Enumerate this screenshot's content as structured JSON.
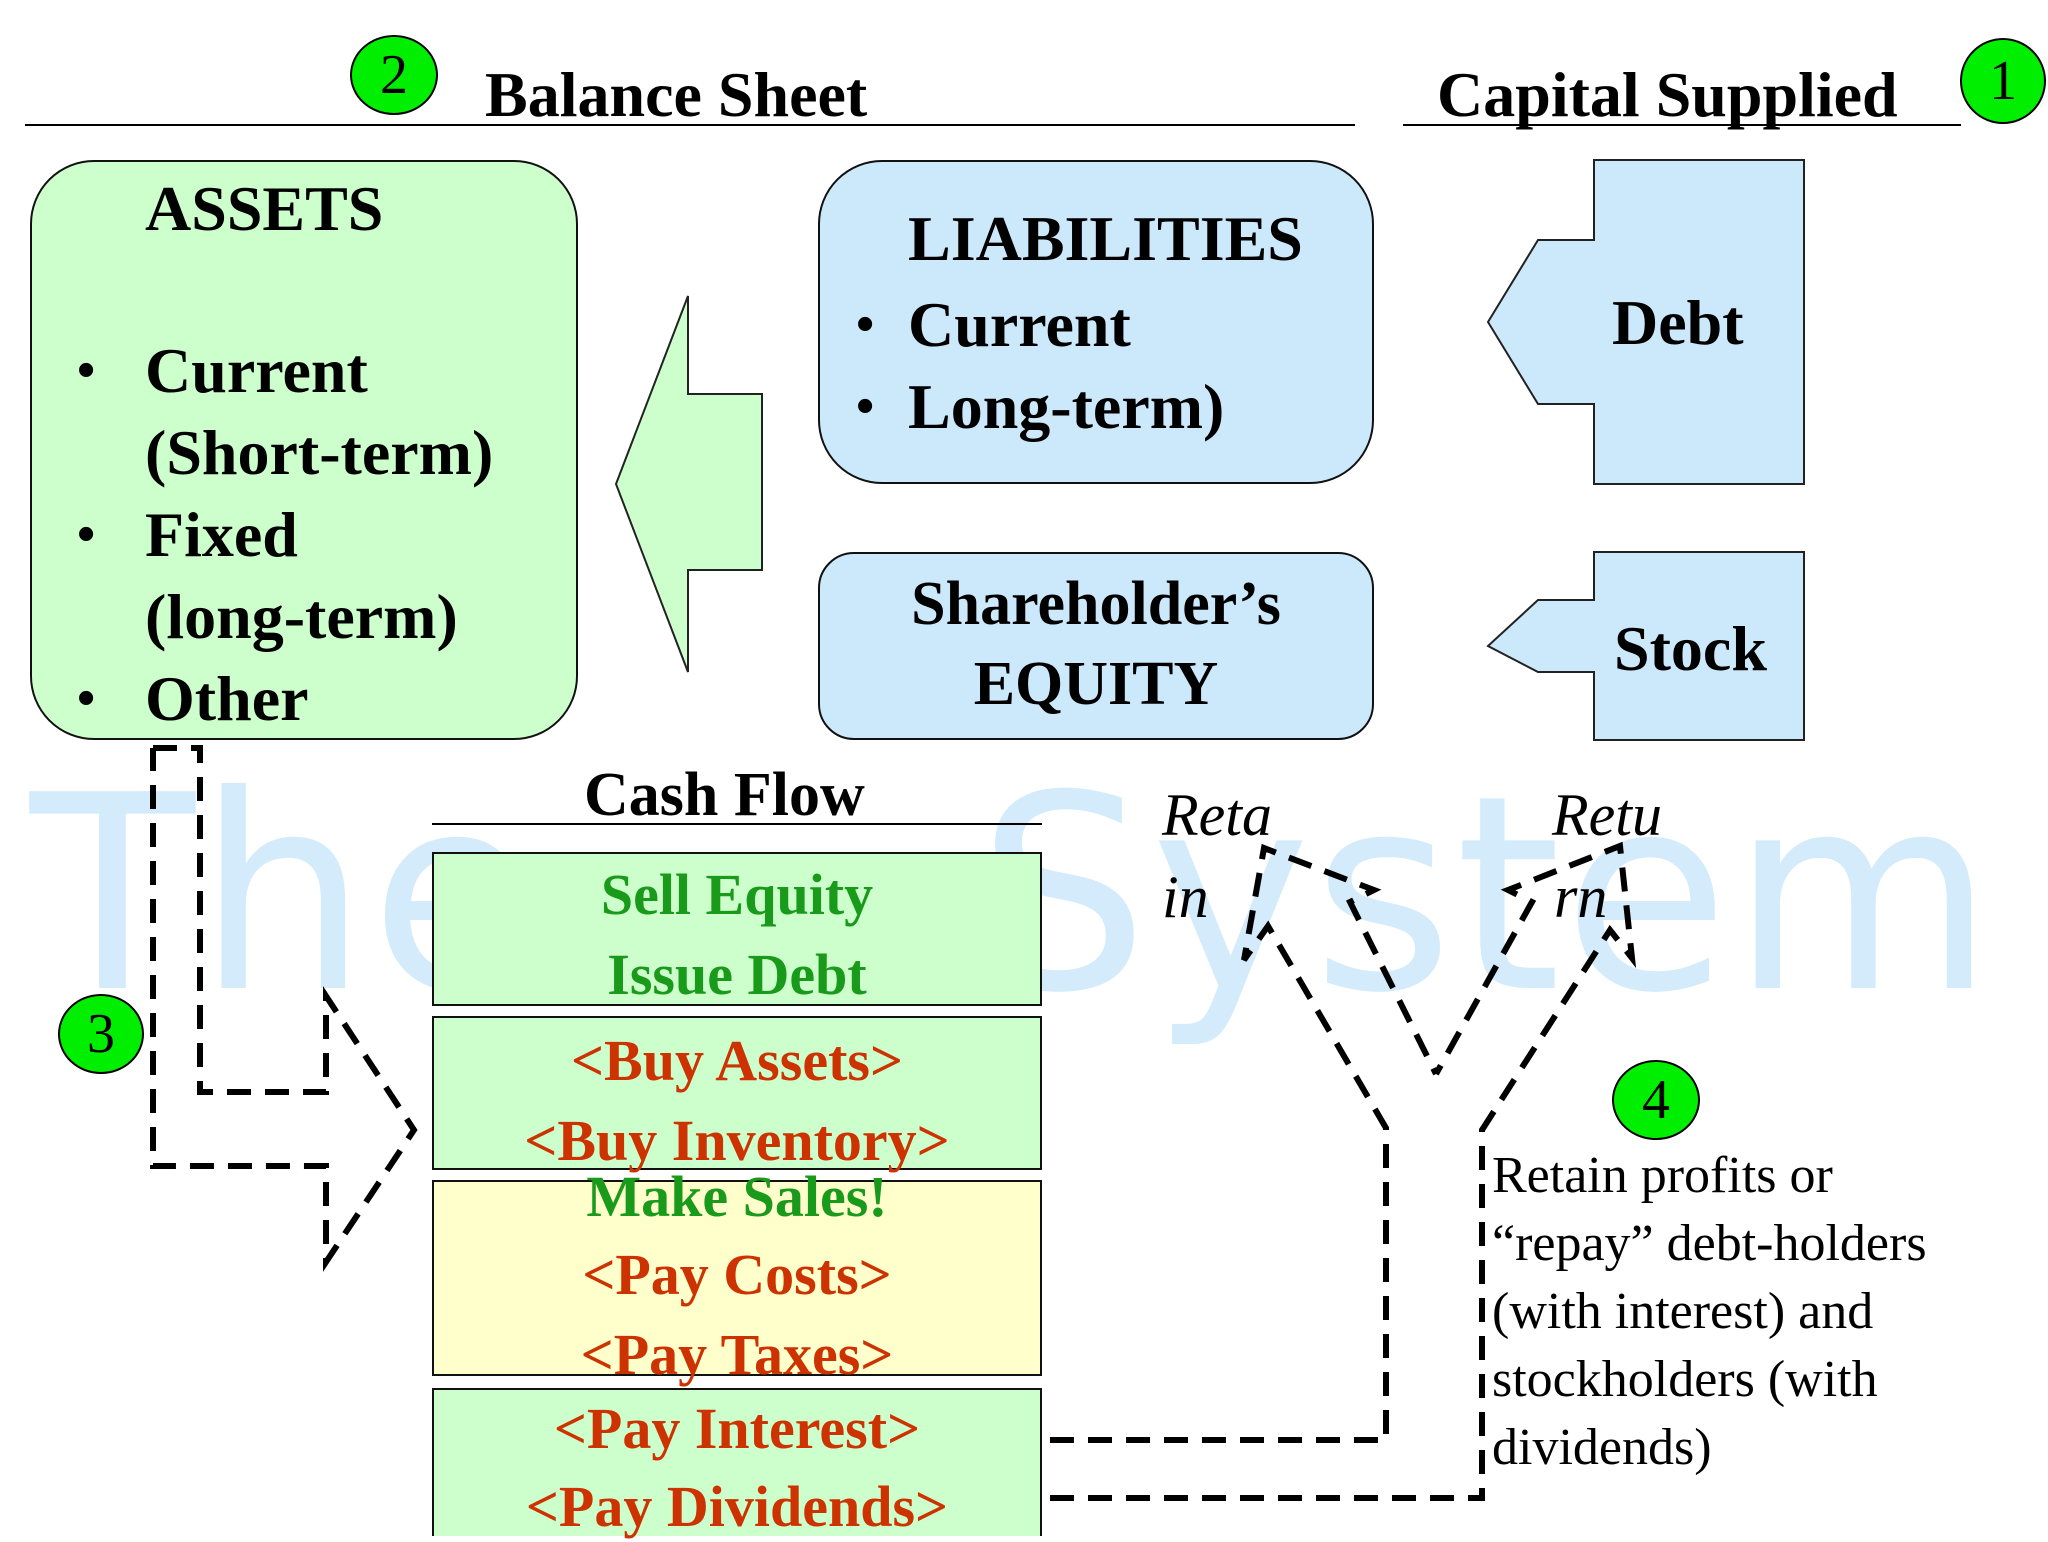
{
  "watermark": "The     System",
  "headings": {
    "balance_sheet": "Balance Sheet",
    "capital_supplied": "Capital Supplied",
    "cash_flow": "Cash Flow"
  },
  "badges": [
    "1",
    "2",
    "3",
    "4"
  ],
  "assets": {
    "title": "ASSETS",
    "items": [
      {
        "line1": "Current",
        "line2": "(Short-term)"
      },
      {
        "line1": "Fixed",
        "line2": "(long-term)"
      },
      {
        "line1": "Other",
        "line2": ""
      }
    ]
  },
  "liabilities": {
    "title": "LIABILITIES",
    "items": [
      "Current",
      "Long-term)"
    ]
  },
  "equity": {
    "line1": "Shareholder’s",
    "line2": "EQUITY"
  },
  "capital_sources": {
    "debt": "Debt",
    "stock": "Stock"
  },
  "cash_flow_boxes": {
    "financing": [
      "Sell Equity",
      "Issue Debt"
    ],
    "investing": [
      "<Buy Assets>",
      "<Buy Inventory>"
    ],
    "operating": [
      "Make Sales!",
      "<Pay Costs>",
      "<Pay Taxes>"
    ],
    "distribution": [
      "<Pay Interest>",
      "<Pay Dividends>"
    ]
  },
  "split_labels": {
    "retain": [
      "Reta",
      "in"
    ],
    "return": [
      "Retu",
      "rn"
    ]
  },
  "note": [
    "Retain profits or",
    "“repay” debt-holders",
    "(with interest) and",
    "stockholders (with",
    "dividends)"
  ],
  "colors": {
    "badge_green": "#00ee00",
    "asset_box": "#ccffcc",
    "liability_box": "#cce8fb",
    "operating_box": "#ffffcc",
    "positive_text": "#1a9a1a",
    "negative_text": "#cc3300",
    "watermark": "#d3ebfb"
  }
}
